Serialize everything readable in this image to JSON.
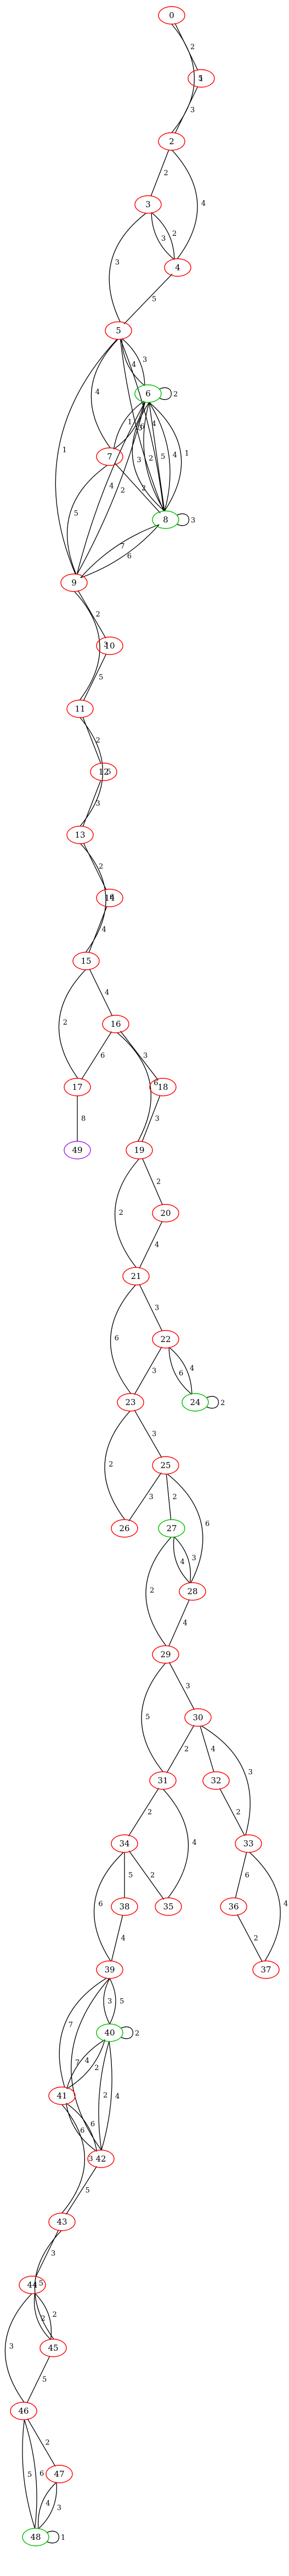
{
  "colors": {
    "red": "#ff0000",
    "green": "#00c000",
    "violet": "#a020f0",
    "edge": "#000000"
  },
  "nodes": [
    {
      "id": "0",
      "color": "red"
    },
    {
      "id": "1",
      "color": "red"
    },
    {
      "id": "2",
      "color": "red"
    },
    {
      "id": "3",
      "color": "red"
    },
    {
      "id": "4",
      "color": "red"
    },
    {
      "id": "5",
      "color": "red"
    },
    {
      "id": "6",
      "color": "green"
    },
    {
      "id": "7",
      "color": "red"
    },
    {
      "id": "8",
      "color": "green"
    },
    {
      "id": "9",
      "color": "red"
    },
    {
      "id": "10",
      "color": "red"
    },
    {
      "id": "11",
      "color": "red"
    },
    {
      "id": "12",
      "color": "red"
    },
    {
      "id": "13",
      "color": "red"
    },
    {
      "id": "14",
      "color": "red"
    },
    {
      "id": "15",
      "color": "red"
    },
    {
      "id": "16",
      "color": "red"
    },
    {
      "id": "17",
      "color": "red"
    },
    {
      "id": "18",
      "color": "red"
    },
    {
      "id": "19",
      "color": "red"
    },
    {
      "id": "20",
      "color": "red"
    },
    {
      "id": "21",
      "color": "red"
    },
    {
      "id": "22",
      "color": "red"
    },
    {
      "id": "23",
      "color": "red"
    },
    {
      "id": "24",
      "color": "green"
    },
    {
      "id": "25",
      "color": "red"
    },
    {
      "id": "26",
      "color": "red"
    },
    {
      "id": "27",
      "color": "green"
    },
    {
      "id": "28",
      "color": "red"
    },
    {
      "id": "29",
      "color": "red"
    },
    {
      "id": "30",
      "color": "red"
    },
    {
      "id": "31",
      "color": "red"
    },
    {
      "id": "32",
      "color": "red"
    },
    {
      "id": "33",
      "color": "red"
    },
    {
      "id": "34",
      "color": "red"
    },
    {
      "id": "35",
      "color": "red"
    },
    {
      "id": "36",
      "color": "red"
    },
    {
      "id": "37",
      "color": "red"
    },
    {
      "id": "38",
      "color": "red"
    },
    {
      "id": "39",
      "color": "red"
    },
    {
      "id": "40",
      "color": "green"
    },
    {
      "id": "41",
      "color": "red"
    },
    {
      "id": "42",
      "color": "red"
    },
    {
      "id": "43",
      "color": "red"
    },
    {
      "id": "44",
      "color": "red"
    },
    {
      "id": "45",
      "color": "red"
    },
    {
      "id": "46",
      "color": "red"
    },
    {
      "id": "47",
      "color": "red"
    },
    {
      "id": "48",
      "color": "green"
    },
    {
      "id": "49",
      "color": "violet"
    }
  ],
  "edges": [
    {
      "from": "0",
      "to": "1",
      "label": "2"
    },
    {
      "from": "0",
      "to": "2",
      "label": "5"
    },
    {
      "from": "1",
      "to": "2",
      "label": "3"
    },
    {
      "from": "2",
      "to": "3",
      "label": "2"
    },
    {
      "from": "2",
      "to": "4",
      "label": "4"
    },
    {
      "from": "3",
      "to": "4",
      "label": "2"
    },
    {
      "from": "3",
      "to": "4",
      "label": "3"
    },
    {
      "from": "3",
      "to": "5",
      "label": "3"
    },
    {
      "from": "4",
      "to": "5",
      "label": "5"
    },
    {
      "from": "5",
      "to": "6",
      "label": "3"
    },
    {
      "from": "5",
      "to": "6",
      "label": "4"
    },
    {
      "from": "5",
      "to": "7",
      "label": "4"
    },
    {
      "from": "5",
      "to": "8",
      "label": "4"
    },
    {
      "from": "5",
      "to": "8",
      "label": "6"
    },
    {
      "from": "5",
      "to": "9",
      "label": "1"
    },
    {
      "from": "6",
      "to": "6",
      "label": "2"
    },
    {
      "from": "6",
      "to": "7",
      "label": "3"
    },
    {
      "from": "6",
      "to": "7",
      "label": "1"
    },
    {
      "from": "6",
      "to": "8",
      "label": "1"
    },
    {
      "from": "6",
      "to": "8",
      "label": "4"
    },
    {
      "from": "6",
      "to": "8",
      "label": "5"
    },
    {
      "from": "6",
      "to": "8",
      "label": "2"
    },
    {
      "from": "6",
      "to": "8",
      "label": "3"
    },
    {
      "from": "6",
      "to": "9",
      "label": "2"
    },
    {
      "from": "6",
      "to": "9",
      "label": "4"
    },
    {
      "from": "7",
      "to": "8",
      "label": "2"
    },
    {
      "from": "7",
      "to": "9",
      "label": "5"
    },
    {
      "from": "8",
      "to": "8",
      "label": "3"
    },
    {
      "from": "8",
      "to": "9",
      "label": "6"
    },
    {
      "from": "8",
      "to": "9",
      "label": "7"
    },
    {
      "from": "9",
      "to": "10",
      "label": "2"
    },
    {
      "from": "9",
      "to": "11",
      "label": "3"
    },
    {
      "from": "10",
      "to": "11",
      "label": "5"
    },
    {
      "from": "11",
      "to": "12",
      "label": "2"
    },
    {
      "from": "11",
      "to": "13",
      "label": "5"
    },
    {
      "from": "12",
      "to": "13",
      "label": "3"
    },
    {
      "from": "13",
      "to": "14",
      "label": "2"
    },
    {
      "from": "13",
      "to": "15",
      "label": "6"
    },
    {
      "from": "14",
      "to": "15",
      "label": "4"
    },
    {
      "from": "15",
      "to": "16",
      "label": "4"
    },
    {
      "from": "15",
      "to": "17",
      "label": "2"
    },
    {
      "from": "16",
      "to": "17",
      "label": "6"
    },
    {
      "from": "16",
      "to": "18",
      "label": "3"
    },
    {
      "from": "16",
      "to": "19",
      "label": "6"
    },
    {
      "from": "17",
      "to": "49",
      "label": "8"
    },
    {
      "from": "18",
      "to": "19",
      "label": "3"
    },
    {
      "from": "19",
      "to": "20",
      "label": "2"
    },
    {
      "from": "19",
      "to": "21",
      "label": "2"
    },
    {
      "from": "20",
      "to": "21",
      "label": "4"
    },
    {
      "from": "21",
      "to": "22",
      "label": "3"
    },
    {
      "from": "21",
      "to": "23",
      "label": "6"
    },
    {
      "from": "22",
      "to": "23",
      "label": "3"
    },
    {
      "from": "22",
      "to": "24",
      "label": "4"
    },
    {
      "from": "22",
      "to": "24",
      "label": "6"
    },
    {
      "from": "23",
      "to": "25",
      "label": "3"
    },
    {
      "from": "23",
      "to": "26",
      "label": "2"
    },
    {
      "from": "24",
      "to": "24",
      "label": "2"
    },
    {
      "from": "25",
      "to": "26",
      "label": "3"
    },
    {
      "from": "25",
      "to": "27",
      "label": "2"
    },
    {
      "from": "25",
      "to": "28",
      "label": "6"
    },
    {
      "from": "27",
      "to": "28",
      "label": "3"
    },
    {
      "from": "27",
      "to": "28",
      "label": "4"
    },
    {
      "from": "27",
      "to": "29",
      "label": "2"
    },
    {
      "from": "28",
      "to": "29",
      "label": "4"
    },
    {
      "from": "29",
      "to": "30",
      "label": "3"
    },
    {
      "from": "29",
      "to": "31",
      "label": "5"
    },
    {
      "from": "30",
      "to": "31",
      "label": "2"
    },
    {
      "from": "30",
      "to": "32",
      "label": "4"
    },
    {
      "from": "30",
      "to": "33",
      "label": "3"
    },
    {
      "from": "31",
      "to": "34",
      "label": "2"
    },
    {
      "from": "31",
      "to": "35",
      "label": "4"
    },
    {
      "from": "32",
      "to": "33",
      "label": "2"
    },
    {
      "from": "33",
      "to": "36",
      "label": "6"
    },
    {
      "from": "33",
      "to": "37",
      "label": "4"
    },
    {
      "from": "34",
      "to": "35",
      "label": "2"
    },
    {
      "from": "34",
      "to": "38",
      "label": "5"
    },
    {
      "from": "34",
      "to": "39",
      "label": "6"
    },
    {
      "from": "36",
      "to": "37",
      "label": "2"
    },
    {
      "from": "38",
      "to": "39",
      "label": "4"
    },
    {
      "from": "39",
      "to": "40",
      "label": "5"
    },
    {
      "from": "39",
      "to": "40",
      "label": "3"
    },
    {
      "from": "39",
      "to": "41",
      "label": "7"
    },
    {
      "from": "39",
      "to": "42",
      "label": "7"
    },
    {
      "from": "40",
      "to": "40",
      "label": "2"
    },
    {
      "from": "40",
      "to": "41",
      "label": "2"
    },
    {
      "from": "40",
      "to": "41",
      "label": "4"
    },
    {
      "from": "40",
      "to": "42",
      "label": "4"
    },
    {
      "from": "40",
      "to": "42",
      "label": "2"
    },
    {
      "from": "41",
      "to": "42",
      "label": "6"
    },
    {
      "from": "41",
      "to": "42",
      "label": "6"
    },
    {
      "from": "41",
      "to": "43",
      "label": "3"
    },
    {
      "from": "42",
      "to": "43",
      "label": "5"
    },
    {
      "from": "43",
      "to": "44",
      "label": "3"
    },
    {
      "from": "43",
      "to": "45",
      "label": "5"
    },
    {
      "from": "44",
      "to": "45",
      "label": "2"
    },
    {
      "from": "44",
      "to": "45",
      "label": "2"
    },
    {
      "from": "44",
      "to": "46",
      "label": "3"
    },
    {
      "from": "45",
      "to": "46",
      "label": "5"
    },
    {
      "from": "46",
      "to": "47",
      "label": "2"
    },
    {
      "from": "46",
      "to": "48",
      "label": "6"
    },
    {
      "from": "46",
      "to": "48",
      "label": "5"
    },
    {
      "from": "47",
      "to": "48",
      "label": "3"
    },
    {
      "from": "47",
      "to": "48",
      "label": "4"
    },
    {
      "from": "48",
      "to": "48",
      "label": "1"
    }
  ]
}
